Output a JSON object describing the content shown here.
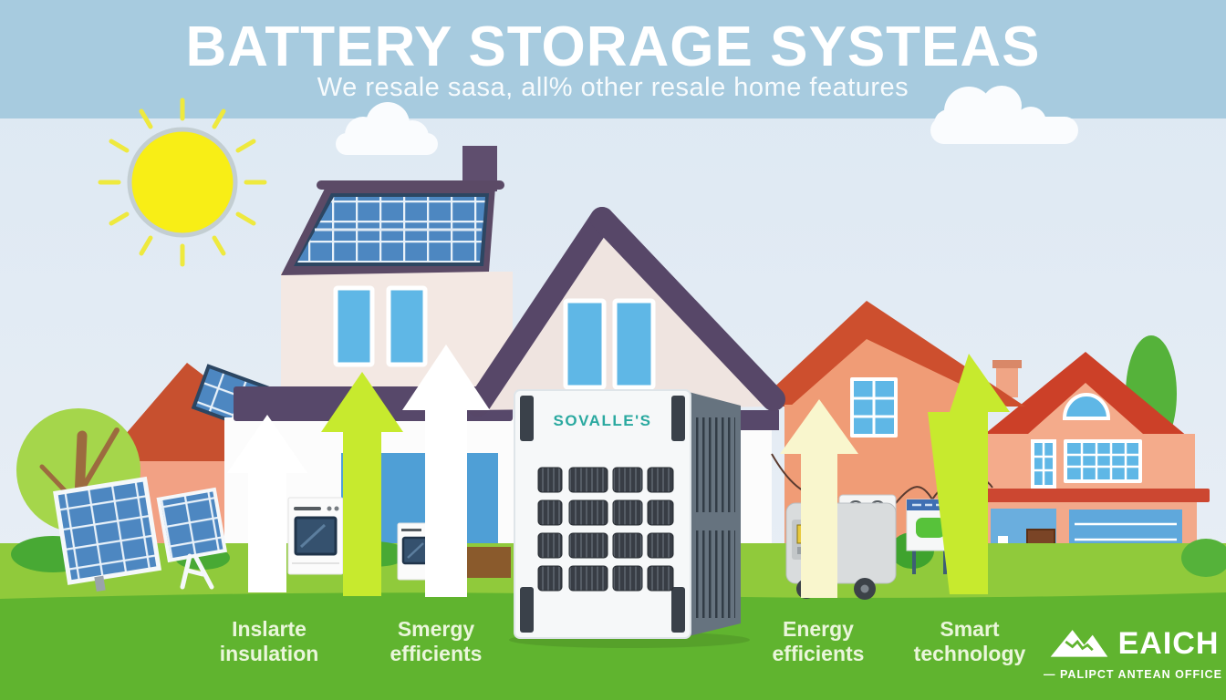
{
  "header": {
    "title": "BATTERY STORAGE SYSTEAS",
    "subtitle": "We resale sasa, all% other resale home features"
  },
  "battery_unit": {
    "brand": "SOVALLE'S"
  },
  "feature_labels": [
    {
      "line1": "Inslarte",
      "line2": "insulation"
    },
    {
      "line1": "Smergy",
      "line2": "efficients"
    },
    {
      "line1": "Energy",
      "line2": "efficients"
    },
    {
      "line1": "Smart",
      "line2": "technology"
    }
  ],
  "logo": {
    "brand": "EAICH",
    "tagline": "— PALIPCT ANTEAN OFFICE"
  },
  "scene": {
    "description": "Flat infographic illustration: suburban houses with rooftop and ground solar panels, a home battery storage cabinet, kitchen appliances, a backup generator and upward growth arrows on a green lawn under a sunny sky",
    "items": [
      "sun",
      "clouds",
      "tree",
      "left-house-with-solar-roof",
      "ground-solar-panels",
      "main-house-with-solar-roof",
      "battery-storage-unit",
      "ovens",
      "generator",
      "utility-sign",
      "mid-right-house",
      "far-right-house-with-garage",
      "upward-arrows",
      "lawn"
    ],
    "arrows": [
      {
        "color_name": "white"
      },
      {
        "color_name": "lime"
      },
      {
        "color_name": "white"
      },
      {
        "color_name": "pale-yellow"
      },
      {
        "color_name": "lime"
      }
    ],
    "colors": {
      "sky_band": "#a7cbdf",
      "sky": "#e3ecf5",
      "sun": "#f8ee16",
      "grass_light": "#90ca3b",
      "grass_dark": "#60b42f",
      "main_roof": "#5b4a66",
      "main_wall": "#f3e8e3",
      "red_roof": "#cd4f2e",
      "salmon_wall": "#f09c76",
      "window_blue": "#5fb7e6",
      "solar_panel_blue": "#4d87c1",
      "arrow_lime": "#c7ea2e",
      "arrow_pale_yellow": "#f9f6cd",
      "arrow_white": "#ffffff",
      "battery_front": "#f6f8f9",
      "battery_side": "#66737f",
      "battery_cell": "#383d45",
      "brand_teal": "#2aa9a0",
      "label_text": "#eaf6db"
    }
  }
}
